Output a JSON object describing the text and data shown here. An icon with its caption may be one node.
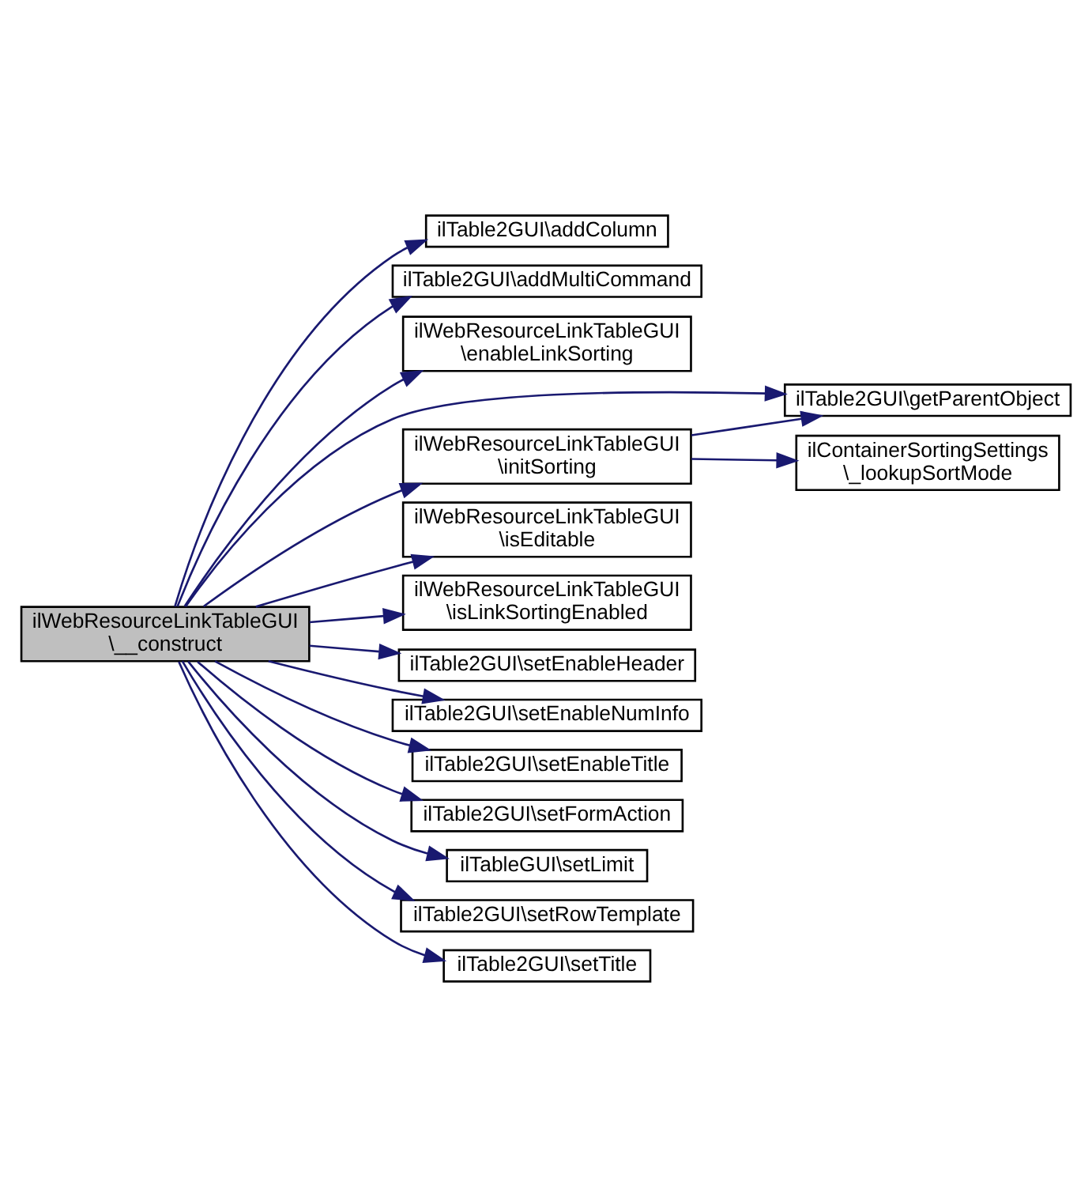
{
  "diagram": {
    "nodes": [
      {
        "text": [
          "ilWebResourceLinkTableGUI \\__construct"
        ]
      },
      {
        "text": [
          "ilTable2GUI\\addColumn"
        ]
      },
      {
        "text": [
          "ilTable2GUI\\addMultiCommand"
        ]
      },
      {
        "text": [
          "ilWebResourceLinkTableGUI \\enableLinkSorting"
        ]
      },
      {
        "text": [
          "ilWebResourceLinkTableGUI \\initSorting"
        ]
      },
      {
        "text": [
          "ilWebResourceLinkTableGUI \\isEditable"
        ]
      },
      {
        "text": [
          "ilWebResourceLinkTableGUI \\isLinkSortingEnabled"
        ]
      },
      {
        "text": [
          "ilTable2GUI\\setEnableHeader"
        ]
      },
      {
        "text": [
          "ilTable2GUI\\setEnableNumInfo"
        ]
      },
      {
        "text": [
          "ilTable2GUI\\setEnableTitle"
        ]
      },
      {
        "text": [
          "ilTable2GUI\\setFormAction"
        ]
      },
      {
        "text": [
          "ilTableGUI\\setLimit"
        ]
      },
      {
        "text": [
          "ilTable2GUI\\setRowTemplate"
        ]
      },
      {
        "text": [
          "ilTable2GUI\\setTitle"
        ]
      },
      {
        "text": [
          "ilTable2GUI\\getParentObject"
        ]
      },
      {
        "text": [
          "ilContainerSortingSettings \\_lookupSortMode"
        ]
      }
    ],
    "edges": [
      {
        "from": 0,
        "to": 1,
        "arrow": "to"
      },
      {
        "from": 0,
        "to": 2,
        "arrow": "to"
      },
      {
        "from": 0,
        "to": 3,
        "arrow": "to"
      },
      {
        "from": 0,
        "to": 14,
        "arrow": "to"
      },
      {
        "from": 0,
        "to": 4,
        "arrow": "to"
      },
      {
        "from": 0,
        "to": 5,
        "arrow": "to"
      },
      {
        "from": 0,
        "to": 6,
        "arrow": "to"
      },
      {
        "from": 0,
        "to": 7,
        "arrow": "to"
      },
      {
        "from": 0,
        "to": 8,
        "arrow": "to"
      },
      {
        "from": 0,
        "to": 9,
        "arrow": "to"
      },
      {
        "from": 0,
        "to": 10,
        "arrow": "to"
      },
      {
        "from": 0,
        "to": 11,
        "arrow": "to"
      },
      {
        "from": 0,
        "to": 12,
        "arrow": "to"
      },
      {
        "from": 0,
        "to": 13,
        "arrow": "to"
      },
      {
        "from": 4,
        "to": 14,
        "arrow": "to"
      },
      {
        "from": 4,
        "to": 15,
        "arrow": "to"
      }
    ]
  }
}
